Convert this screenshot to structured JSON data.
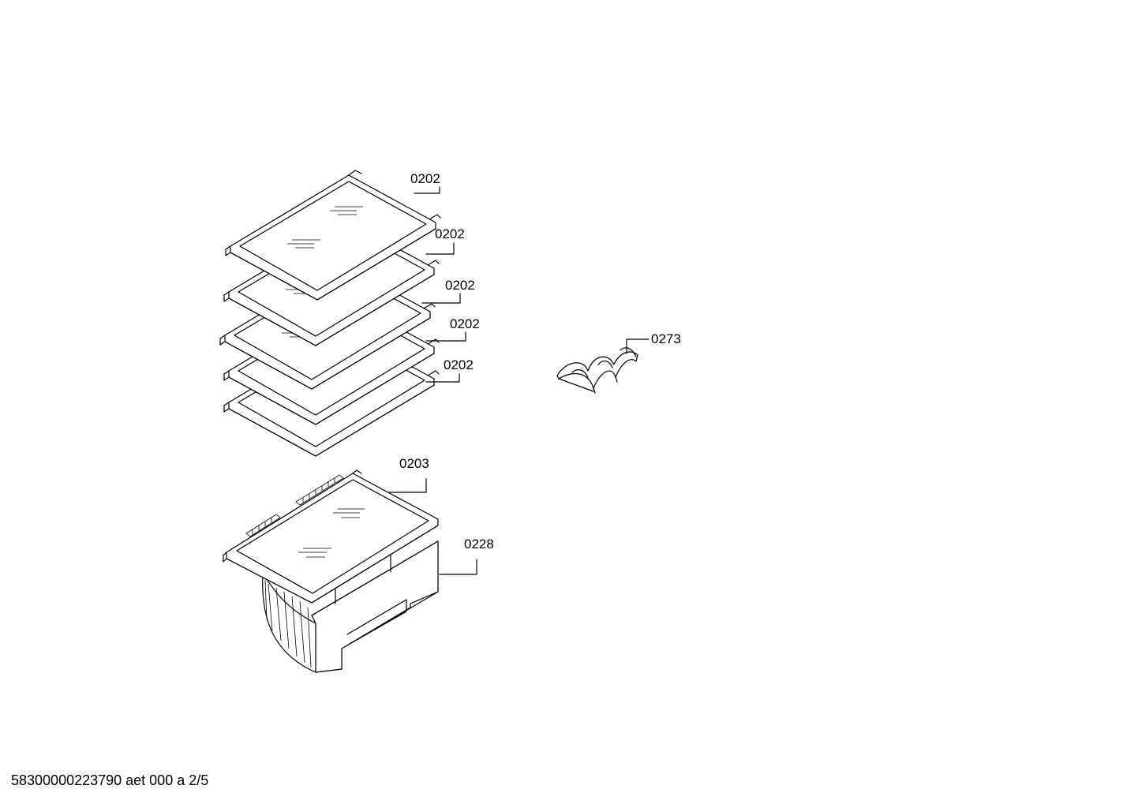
{
  "callouts": {
    "shelf_1": "0202",
    "shelf_2": "0202",
    "shelf_3": "0202",
    "shelf_4": "0202",
    "shelf_5": "0202",
    "crisper_cover": "0203",
    "crisper_drawer": "0228",
    "bottle_rack": "0273"
  },
  "footer": {
    "document_id": "58300000223790 aet 000 a 2/5"
  }
}
